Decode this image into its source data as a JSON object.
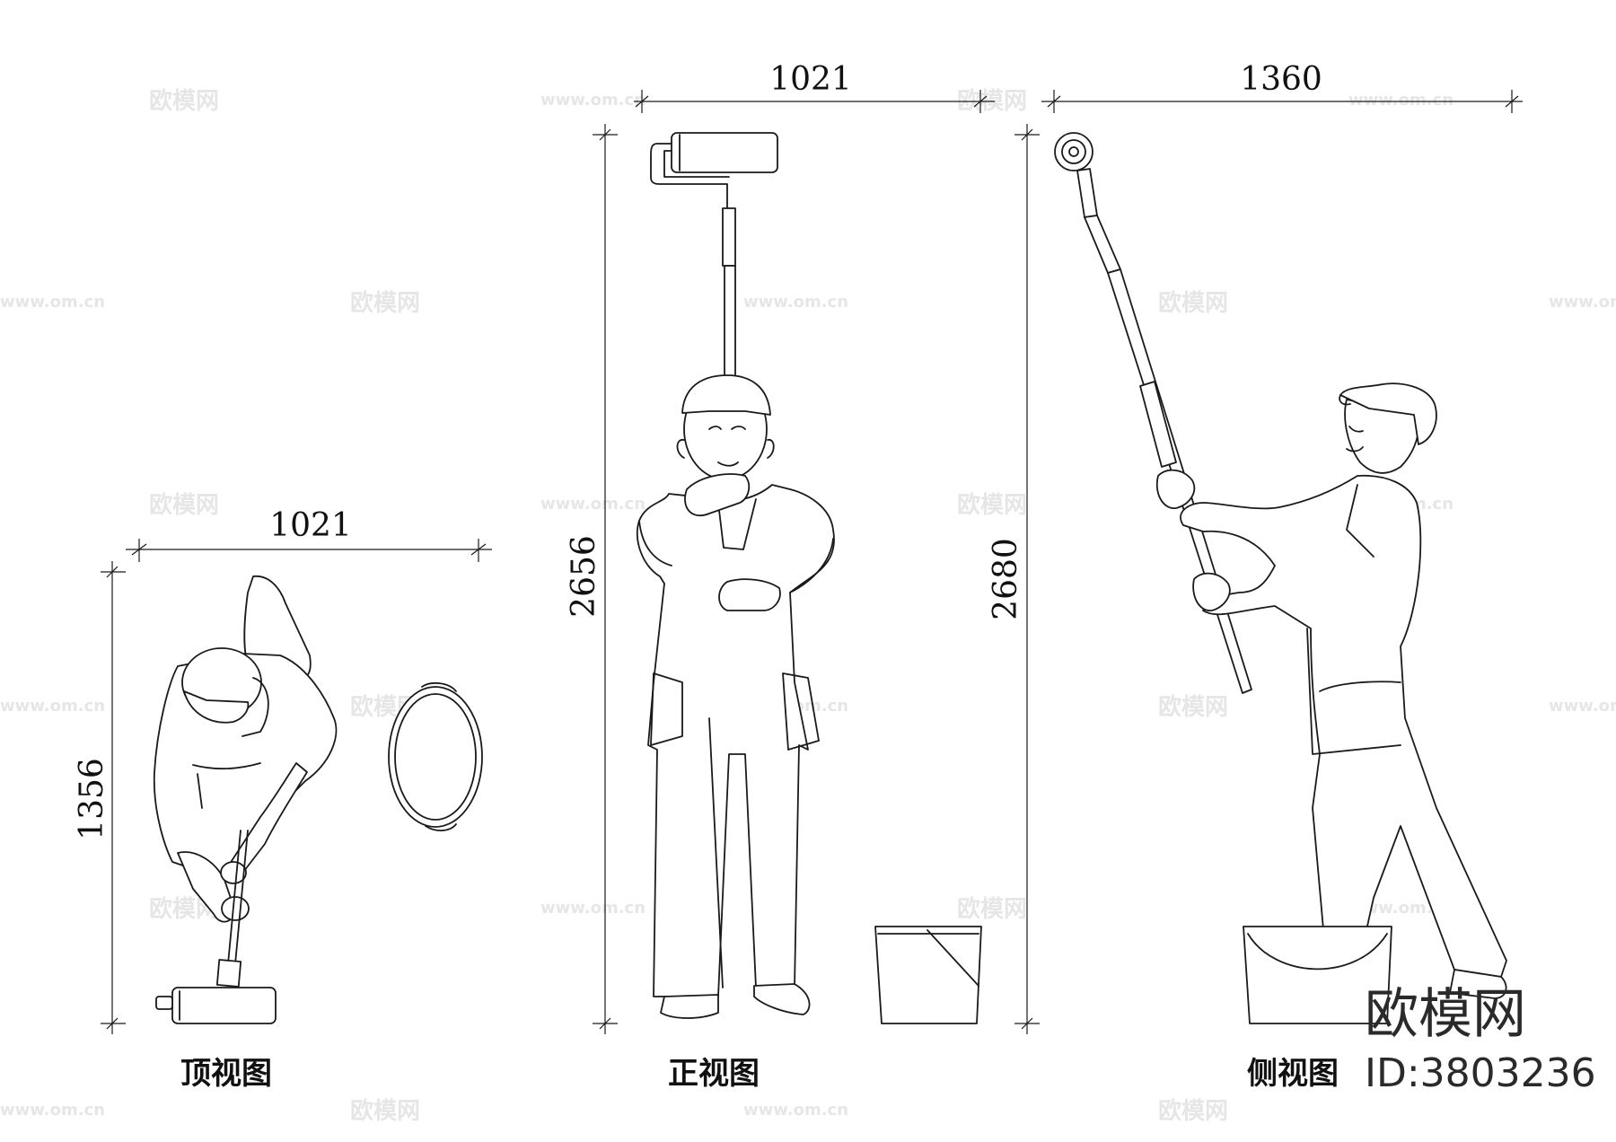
{
  "dimensions": {
    "top_view_width": "1021",
    "top_view_height": "1356",
    "front_view_width": "1021",
    "front_view_height": "2656",
    "side_view_width": "1360",
    "side_view_height": "2680"
  },
  "captions": {
    "top_view": "顶视图",
    "front_view": "正视图",
    "side_view": "侧视图"
  },
  "logo": {
    "name": "欧模网",
    "id": "ID:3803236"
  },
  "watermark": {
    "text": "欧模网",
    "url": "www.om.cn"
  },
  "colors": {
    "line": "#1a1a1a",
    "watermark": "#e6e6e6",
    "background": "#ffffff"
  }
}
